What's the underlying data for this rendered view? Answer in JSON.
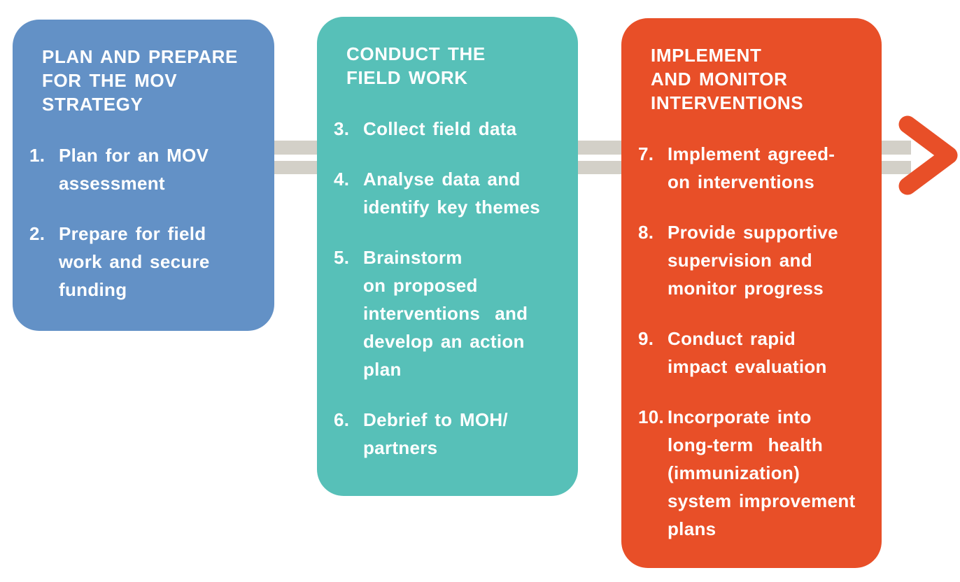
{
  "colors": {
    "plan_stage": "#6391c6",
    "field_stage": "#57c0b8",
    "implement_stage": "#e84f28",
    "connector_band": "#d3d0c8",
    "text": "#ffffff",
    "background": "#ffffff"
  },
  "columns": [
    {
      "id": "plan-and-prepare",
      "title": "PLAN AND PREPARE\nFOR THE MOV\nSTRATEGY",
      "items": [
        {
          "number": "1.",
          "text": "Plan for an MOV\nassessment"
        },
        {
          "number": "2.",
          "text": "Prepare for field\nwork and secure\nfunding"
        }
      ]
    },
    {
      "id": "conduct-field-work",
      "title": "CONDUCT THE\nFIELD WORK",
      "items": [
        {
          "number": "3.",
          "text": "Collect field data"
        },
        {
          "number": "4.",
          "text": "Analyse data and\nidentify key themes"
        },
        {
          "number": "5.",
          "text": "Brainstorm\non proposed\ninterventions  and\ndevelop an action\nplan"
        },
        {
          "number": "6.",
          "text": "Debrief to MOH/\npartners"
        }
      ]
    },
    {
      "id": "implement-and-monitor",
      "title": "IMPLEMENT\nAND MONITOR\nINTERVENTIONS",
      "items": [
        {
          "number": "7.",
          "text": "Implement agreed-\non interventions"
        },
        {
          "number": "8.",
          "text": "Provide supportive\nsupervision and\nmonitor progress"
        },
        {
          "number": "9.",
          "text": "Conduct rapid\nimpact evaluation"
        },
        {
          "number": "10.",
          "text": "Incorporate into\nlong-term  health\n(immunization)\nsystem improvement\nplans"
        }
      ]
    }
  ]
}
